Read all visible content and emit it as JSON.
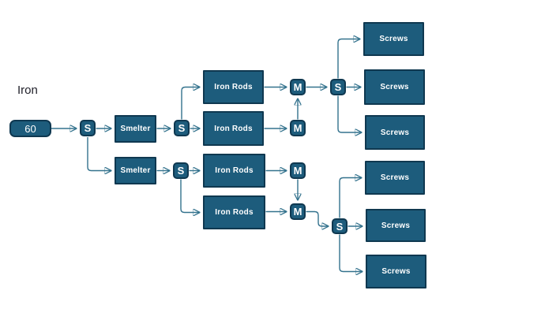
{
  "diagram": {
    "source_label": "Iron",
    "colors": {
      "background": "#ffffff",
      "node_fill": "#1d5c7c",
      "node_border": "#0f3850",
      "connector": "#33728d",
      "node_text": "#ffffff",
      "source_label_text": "#21212b"
    },
    "nodes": [
      {
        "id": "input-60",
        "type": "input-rate",
        "label": "60"
      },
      {
        "id": "splitter-1",
        "type": "splitter",
        "label": "S"
      },
      {
        "id": "smelter-1",
        "type": "machine",
        "label": "Smelter"
      },
      {
        "id": "smelter-2",
        "type": "machine",
        "label": "Smelter"
      },
      {
        "id": "splitter-2",
        "type": "splitter",
        "label": "S"
      },
      {
        "id": "splitter-3",
        "type": "splitter",
        "label": "S"
      },
      {
        "id": "iron-rods-1",
        "type": "machine",
        "label": "Iron Rods"
      },
      {
        "id": "iron-rods-2",
        "type": "machine",
        "label": "Iron Rods"
      },
      {
        "id": "iron-rods-3",
        "type": "machine",
        "label": "Iron Rods"
      },
      {
        "id": "iron-rods-4",
        "type": "machine",
        "label": "Iron Rods"
      },
      {
        "id": "merger-1",
        "type": "merger",
        "label": "M"
      },
      {
        "id": "merger-2",
        "type": "merger",
        "label": "M"
      },
      {
        "id": "merger-3",
        "type": "merger",
        "label": "M"
      },
      {
        "id": "merger-4",
        "type": "merger",
        "label": "M"
      },
      {
        "id": "splitter-4",
        "type": "splitter",
        "label": "S"
      },
      {
        "id": "splitter-5",
        "type": "splitter",
        "label": "S"
      },
      {
        "id": "screws-1",
        "type": "machine",
        "label": "Screws"
      },
      {
        "id": "screws-2",
        "type": "machine",
        "label": "Screws"
      },
      {
        "id": "screws-3",
        "type": "machine",
        "label": "Screws"
      },
      {
        "id": "screws-4",
        "type": "machine",
        "label": "Screws"
      },
      {
        "id": "screws-5",
        "type": "machine",
        "label": "Screws"
      },
      {
        "id": "screws-6",
        "type": "machine",
        "label": "Screws"
      }
    ],
    "edges": [
      {
        "from": "input-60",
        "to": "splitter-1"
      },
      {
        "from": "splitter-1",
        "to": "smelter-1"
      },
      {
        "from": "splitter-1",
        "to": "smelter-2"
      },
      {
        "from": "smelter-1",
        "to": "splitter-2"
      },
      {
        "from": "splitter-2",
        "to": "iron-rods-1"
      },
      {
        "from": "splitter-2",
        "to": "iron-rods-2"
      },
      {
        "from": "smelter-2",
        "to": "splitter-3"
      },
      {
        "from": "splitter-3",
        "to": "iron-rods-3"
      },
      {
        "from": "splitter-3",
        "to": "iron-rods-4"
      },
      {
        "from": "iron-rods-1",
        "to": "merger-1"
      },
      {
        "from": "iron-rods-2",
        "to": "merger-2"
      },
      {
        "from": "merger-2",
        "to": "merger-1"
      },
      {
        "from": "merger-1",
        "to": "splitter-4"
      },
      {
        "from": "splitter-4",
        "to": "screws-1"
      },
      {
        "from": "splitter-4",
        "to": "screws-2"
      },
      {
        "from": "splitter-4",
        "to": "screws-3"
      },
      {
        "from": "iron-rods-3",
        "to": "merger-3"
      },
      {
        "from": "merger-3",
        "to": "merger-4"
      },
      {
        "from": "iron-rods-4",
        "to": "merger-4"
      },
      {
        "from": "merger-4",
        "to": "splitter-5"
      },
      {
        "from": "splitter-5",
        "to": "screws-4"
      },
      {
        "from": "splitter-5",
        "to": "screws-5"
      },
      {
        "from": "splitter-5",
        "to": "screws-6"
      }
    ]
  }
}
